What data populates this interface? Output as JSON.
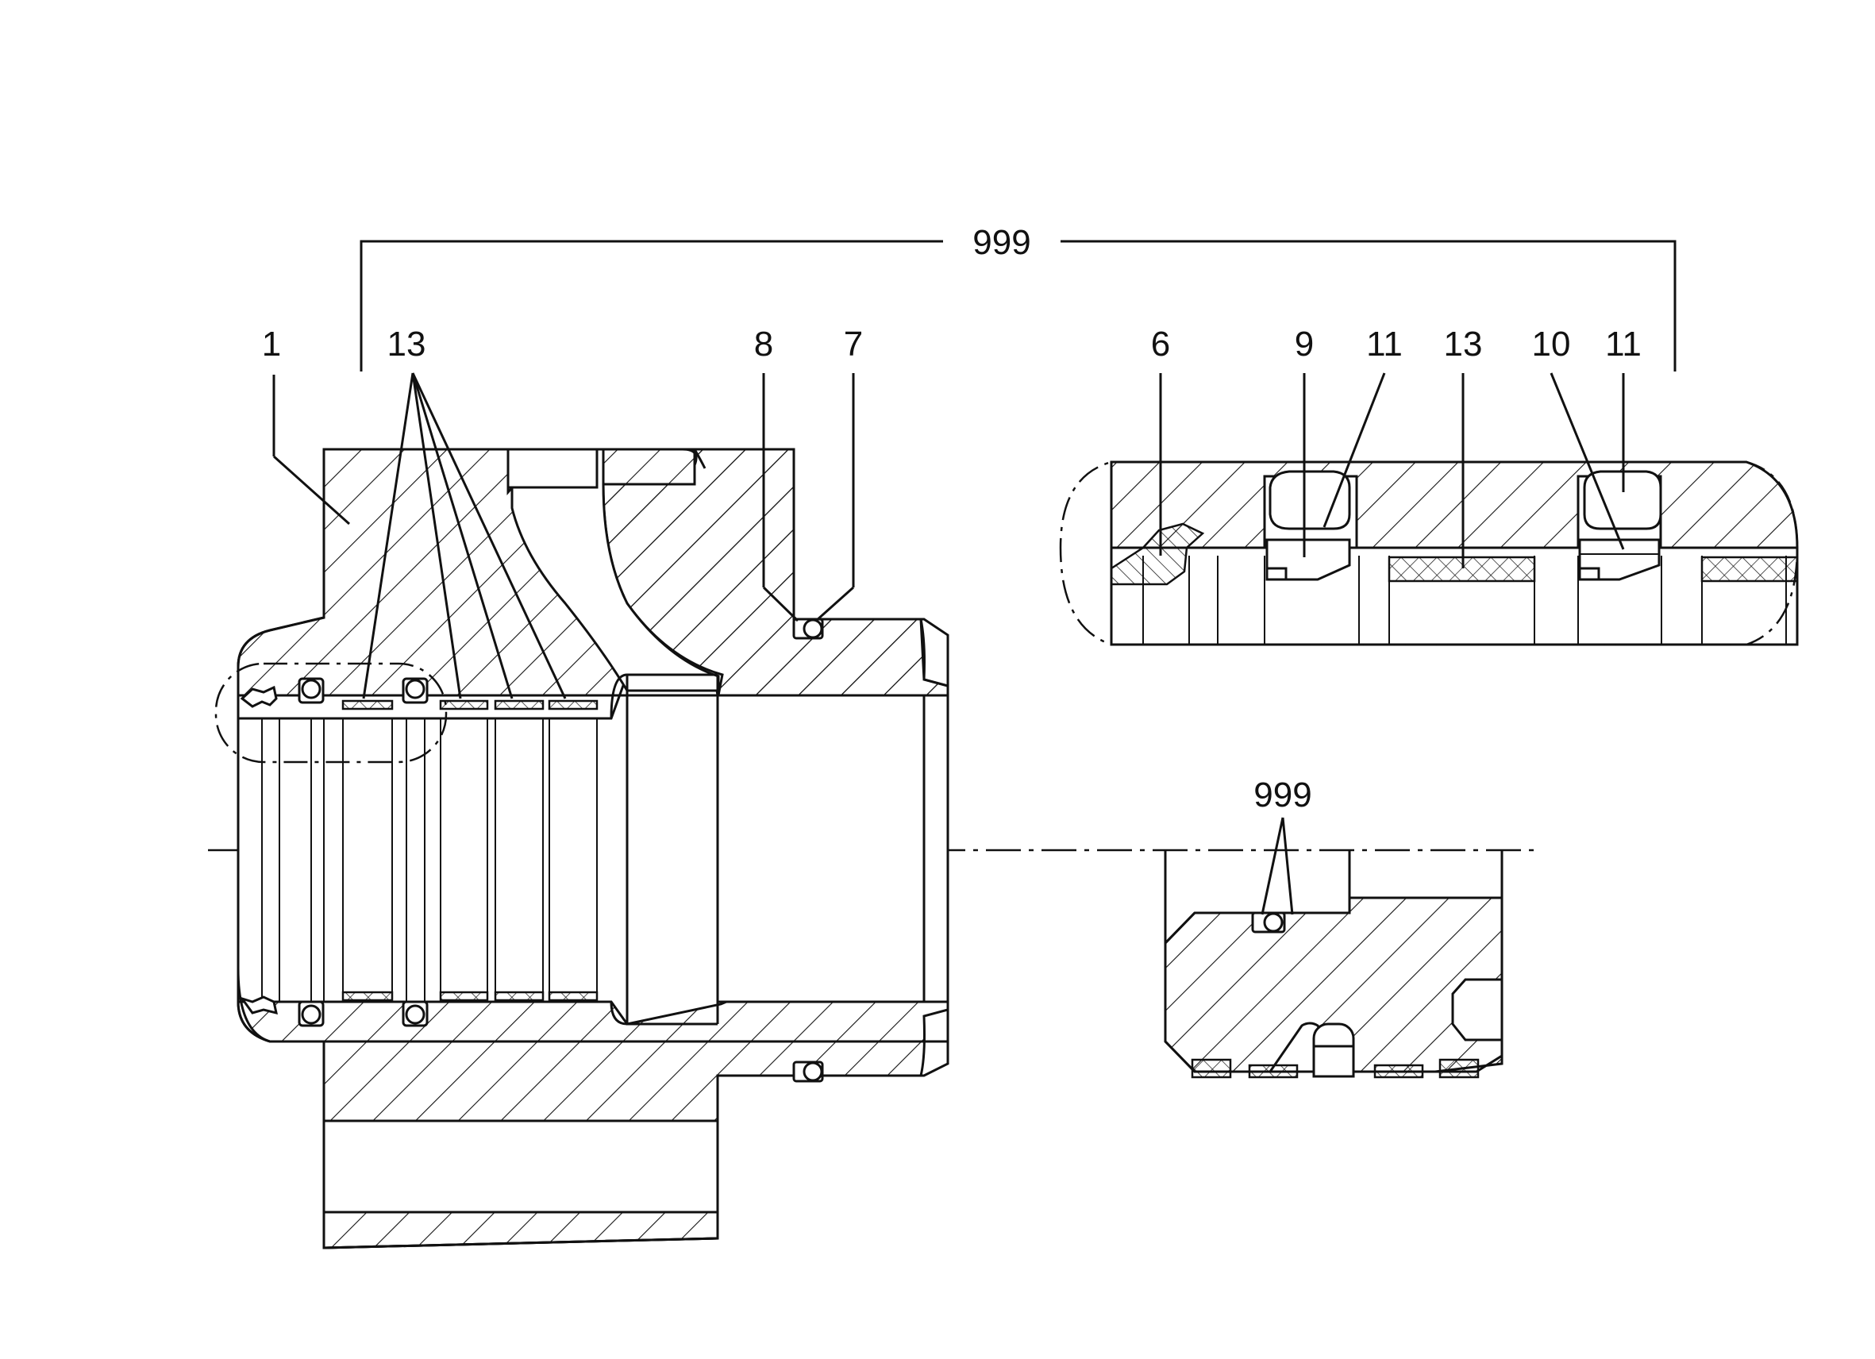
{
  "labels": {
    "assembly_top": "999",
    "part_1": "1",
    "part_13_main": "13",
    "part_8": "8",
    "part_7": "7",
    "part_6": "6",
    "part_9": "9",
    "part_11_a": "11",
    "part_13_detail": "13",
    "part_10": "10",
    "part_11_b": "11",
    "assembly_bottom": "999"
  }
}
